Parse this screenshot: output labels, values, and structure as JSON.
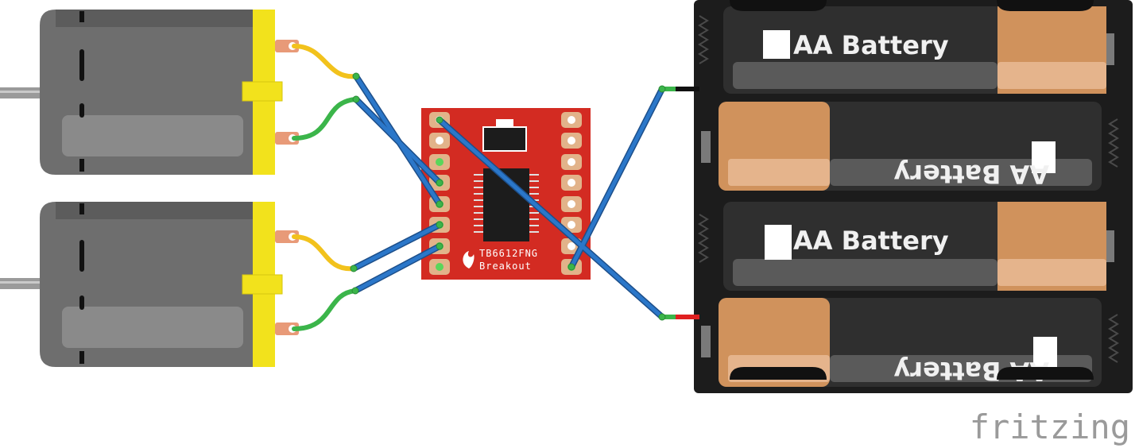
{
  "battery_holder": {
    "cells": [
      {
        "label": "AA Battery"
      },
      {
        "label": "AA Battery"
      },
      {
        "label": "AA Battery"
      },
      {
        "label": "AA Battery"
      }
    ]
  },
  "driver_board": {
    "chip_label": "TB6612FNG",
    "board_label": "Breakout"
  },
  "watermark": "fritzing",
  "colors": {
    "motor_body": "#6e6e6e",
    "motor_cap": "#f2e21c",
    "board_red": "#d32b22",
    "jumper_blue": "#2b77c9",
    "wire_yellow": "#f2c21c",
    "wire_green": "#3bb54a",
    "battery_copper": "#d0925c",
    "holder_black": "#1c1c1c"
  }
}
